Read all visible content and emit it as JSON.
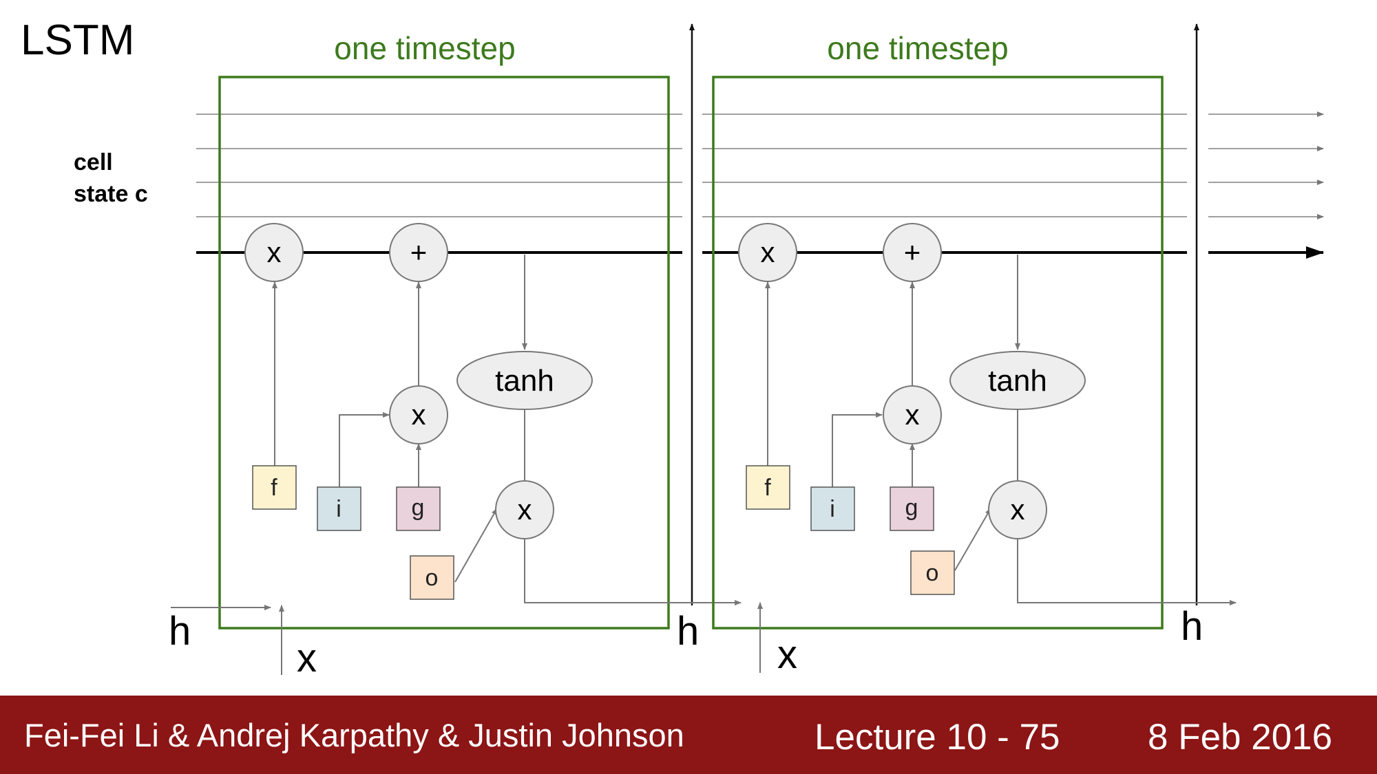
{
  "slide": {
    "title": "LSTM",
    "cell_state_label_line1": "cell",
    "cell_state_label_line2": "state c",
    "timestep_label": "one timestep"
  },
  "nodes": {
    "multiply": "x",
    "add": "+",
    "tanh": "tanh"
  },
  "gates": {
    "forget": "f",
    "input": "i",
    "gate": "g",
    "output": "o"
  },
  "io_labels": {
    "hidden": "h",
    "input": "x"
  },
  "footer": {
    "authors": "Fei-Fei Li & Andrej Karpathy & Justin Johnson",
    "lecture": "Lecture 10 -  75",
    "date": "8 Feb 2016"
  },
  "colors": {
    "timestep_green": "#3d7a1d",
    "footer_red": "#8c1515",
    "gate_f": "#fdf3cf",
    "gate_i": "#d4e3e8",
    "gate_g": "#ead2dc",
    "gate_o": "#fde3cb",
    "node_fill": "#eeeeee"
  }
}
